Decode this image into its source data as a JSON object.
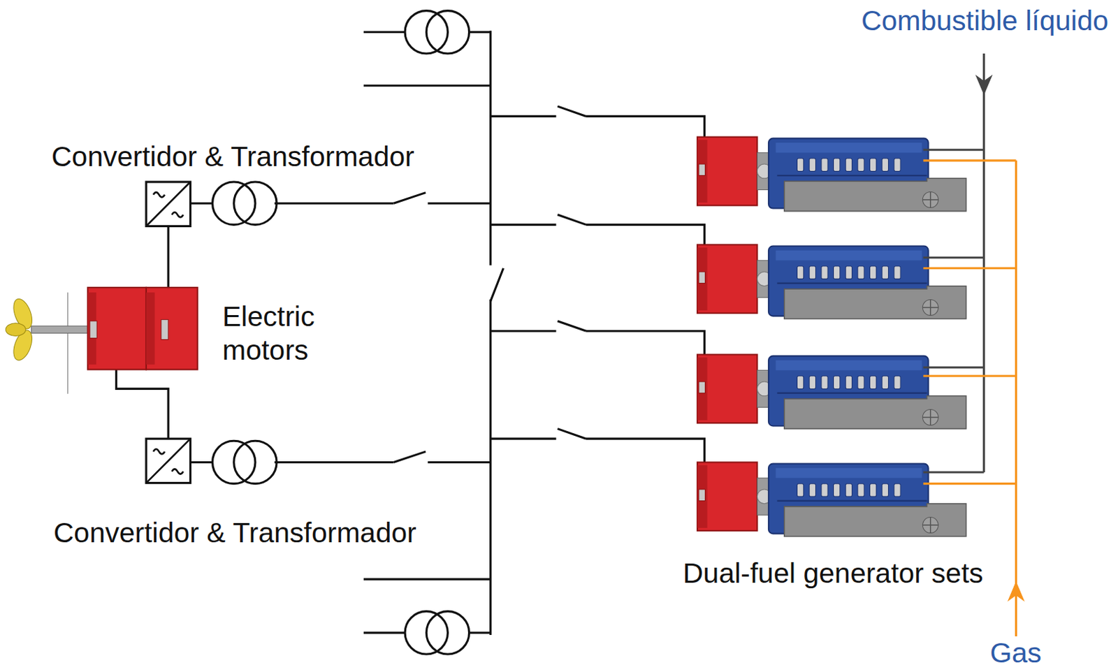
{
  "diagram": {
    "labels": [
      "Combustible líquido",
      "Convertidor & Transformador",
      "Electric motors",
      "Convertidor & Transformador",
      "Dual-fuel generator sets",
      "Gas"
    ]
  }
}
